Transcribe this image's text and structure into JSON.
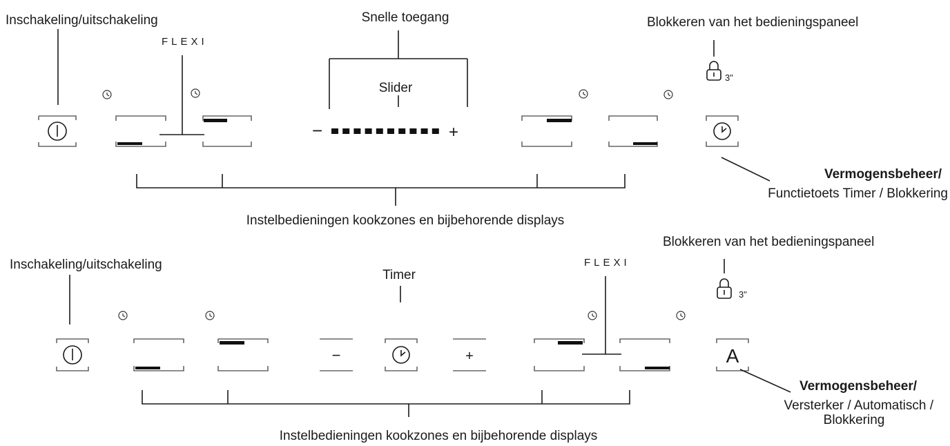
{
  "panel_top": {
    "power_label": "Inschakeling/uitschakeling",
    "flexi_label": "FLEXI",
    "quick_access_label": "Snelle toegang",
    "slider_label": "Slider",
    "slider_minus": "−",
    "slider_plus": "+",
    "lock_label": "Blokkeren van het bedieningspaneel",
    "lock_duration": "3\"",
    "power_management_title": "Vermogensbeheer/",
    "power_management_desc": "Functietoets Timer / Blokkering",
    "zones_label": "Instelbedieningen kookzones en bijbehorende displays",
    "slider_segments": 10
  },
  "panel_bottom": {
    "power_label": "Inschakeling/uitschakeling",
    "timer_label": "Timer",
    "timer_minus": "−",
    "timer_plus": "+",
    "flexi_label": "FLEXI",
    "lock_label": "Blokkeren van het bedieningspaneel",
    "lock_duration": "3\"",
    "power_management_title": "Vermogensbeheer/",
    "power_management_desc_1": "Versterker / Automatisch /",
    "power_management_desc_2": "Blokkering",
    "auto_key_glyph": "A",
    "zones_label": "Instelbedieningen kookzones en bijbehorende displays"
  },
  "icons": [
    "power-icon",
    "timer-icon",
    "lock-icon",
    "clock-icon",
    "auto-icon"
  ],
  "colors": {
    "ink": "#1a1a1a",
    "bar": "#111111",
    "background": "#ffffff"
  }
}
